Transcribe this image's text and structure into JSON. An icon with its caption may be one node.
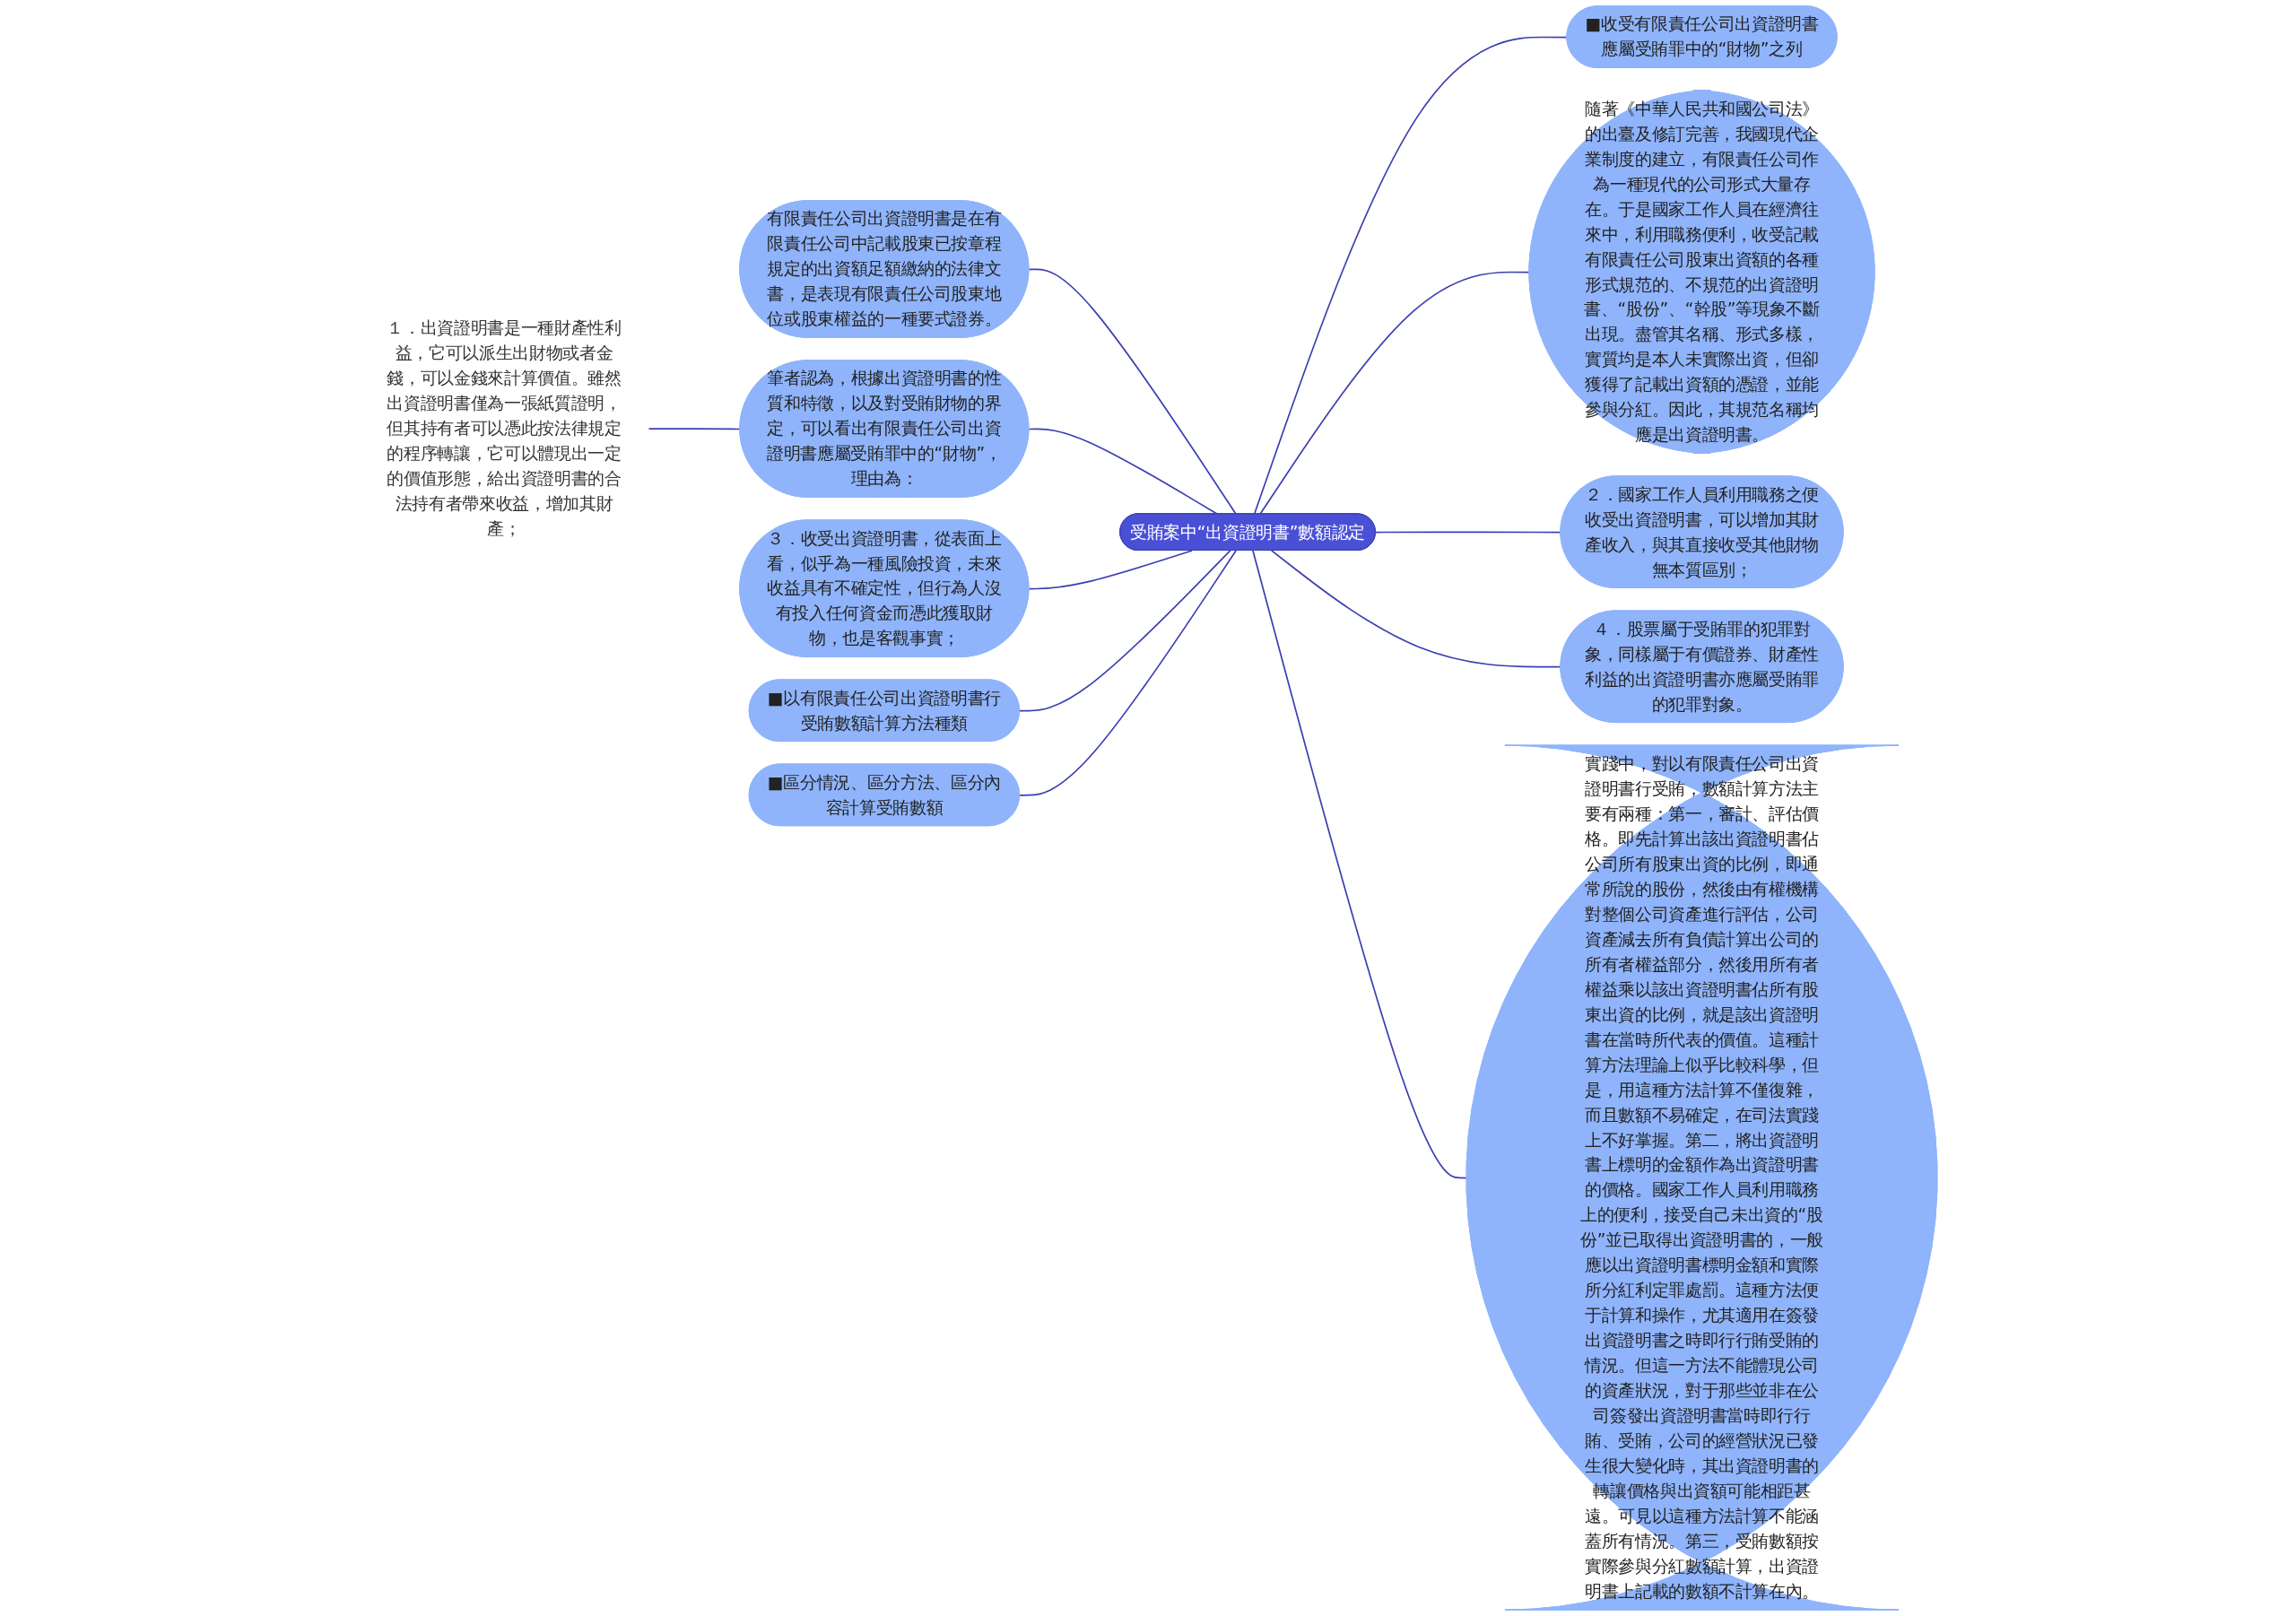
{
  "diagram": {
    "nodes": [
      {
        "text": [
          "受賄案中“出資證明書”數額認定"
        ]
      },
      {
        "text": [
          "■收受有限責任公司出資證明書應屬受賄罪中的“財物”之列"
        ]
      },
      {
        "text": [
          "隨著《中華人民共和國公司法》的出臺及修訂完善，我國現代企業制度的建立，有限責任公司作為一種現代的公司形式大量存在。于是國家工作人員在經濟往來中，利用職務便利，收受記載有限責任公司股東出資額的各種形式規范的、不規范的出資證明書、“股份”、“幹股”等現象不斷出現。盡管其名稱、形式多樣，實質均是本人未實際出資，但卻獲得了記載出資額的憑證，並能參與分紅。因此，其規范名稱均應是出資證明書。"
        ]
      },
      {
        "text": [
          "２．國家工作人員利用職務之便收受出資證明書，可以增加其財產收入，與其直接收受其他財物無本質區別；"
        ]
      },
      {
        "text": [
          "４．股票屬于受賄罪的犯罪對象，同樣屬于有價證券、財產性利益的出資證明書亦應屬受賄罪的犯罪對象。"
        ]
      },
      {
        "text": [
          "實踐中，對以有限責任公司出資證明書行受賄，數額計算方法主要有兩種：第一，審計、評估價格。即先計算出該出資證明書佔公司所有股東出資的比例，即通常所說的股份，然後由有權機構對整個公司資產進行評估，公司資產減去所有負債計算出公司的所有者權益部分，然後用所有者權益乘以該出資證明書佔所有股東出資的比例，就是該出資證明書在當時所代表的價值。這種計算方法理論上似乎比較科學，但是，用這種方法計算不僅復雜，而且數額不易確定，在司法實踐上不好掌握。第二，將出資證明書上標明的金額作為出資證明書的價格。國家工作人員利用職務上的便利，接受自己未出資的“股份”並已取得出資證明書的，一般應以出資證明書標明金額和實際所分紅利定罪處罰。這種方法便于計算和操作，尤其適用在簽發出資證明書之時即行行賄受賄的情況。但這一方法不能體現公司的資產狀況，對于那些並非在公司簽發出資證明書當時即行行賄、受賄，公司的經營狀況已發生很大變化時，其出資證明書的轉讓價格與出資額可能相距甚遠。可見以這種方法計算不能涵蓋所有情況。第三，受賄數額按實際參與分紅數額計算，出資證明書上記載的數額不計算在內。"
        ]
      },
      {
        "text": [
          "有限責任公司出資證明書是在有限責任公司中記載股東已按章程規定的出資額足額繳納的法律文書，是表現有限責任公司股東地位或股東權益的一種要式證券。"
        ]
      },
      {
        "text": [
          "筆者認為，根據出資證明書的性質和特徵，以及對受賄財物的界定，可以看出有限責任公司出資證明書應屬受賄罪中的“財物”，理由為："
        ]
      },
      {
        "text": [
          "１．出資證明書是一種財產性利益，它可以派生出財物或者金錢，可以金錢來計算價值。雖然出資證明書僅為一張紙質證明，但其持有者可以憑此按法律規定的程序轉讓，它可以體現出一定的價值形態，給出資證明書的合法持有者帶來收益，增加其財產；"
        ]
      },
      {
        "text": [
          "３．收受出資證明書，從表面上看，似乎為一種風險投資，未來收益具有不確定性，但行為人沒有投入任何資金而憑此獲取財物，也是客觀事實；"
        ]
      },
      {
        "text": [
          "■以有限責任公司出資證明書行受賄數額計算方法種類"
        ]
      },
      {
        "text": [
          "■區分情況、區分方法、區分內容計算受賄數額"
        ]
      }
    ],
    "edges": [
      {
        "from": 0,
        "to": 1,
        "arrow": "none"
      },
      {
        "from": 0,
        "to": 2,
        "arrow": "none"
      },
      {
        "from": 0,
        "to": 3,
        "arrow": "none"
      },
      {
        "from": 0,
        "to": 4,
        "arrow": "none"
      },
      {
        "from": 0,
        "to": 5,
        "arrow": "none"
      },
      {
        "from": 0,
        "to": 6,
        "arrow": "none"
      },
      {
        "from": 0,
        "to": 7,
        "arrow": "none"
      },
      {
        "from": 7,
        "to": 8,
        "arrow": "none"
      },
      {
        "from": 0,
        "to": 9,
        "arrow": "none"
      },
      {
        "from": 0,
        "to": 10,
        "arrow": "none"
      },
      {
        "from": 0,
        "to": 11,
        "arrow": "none"
      }
    ]
  }
}
